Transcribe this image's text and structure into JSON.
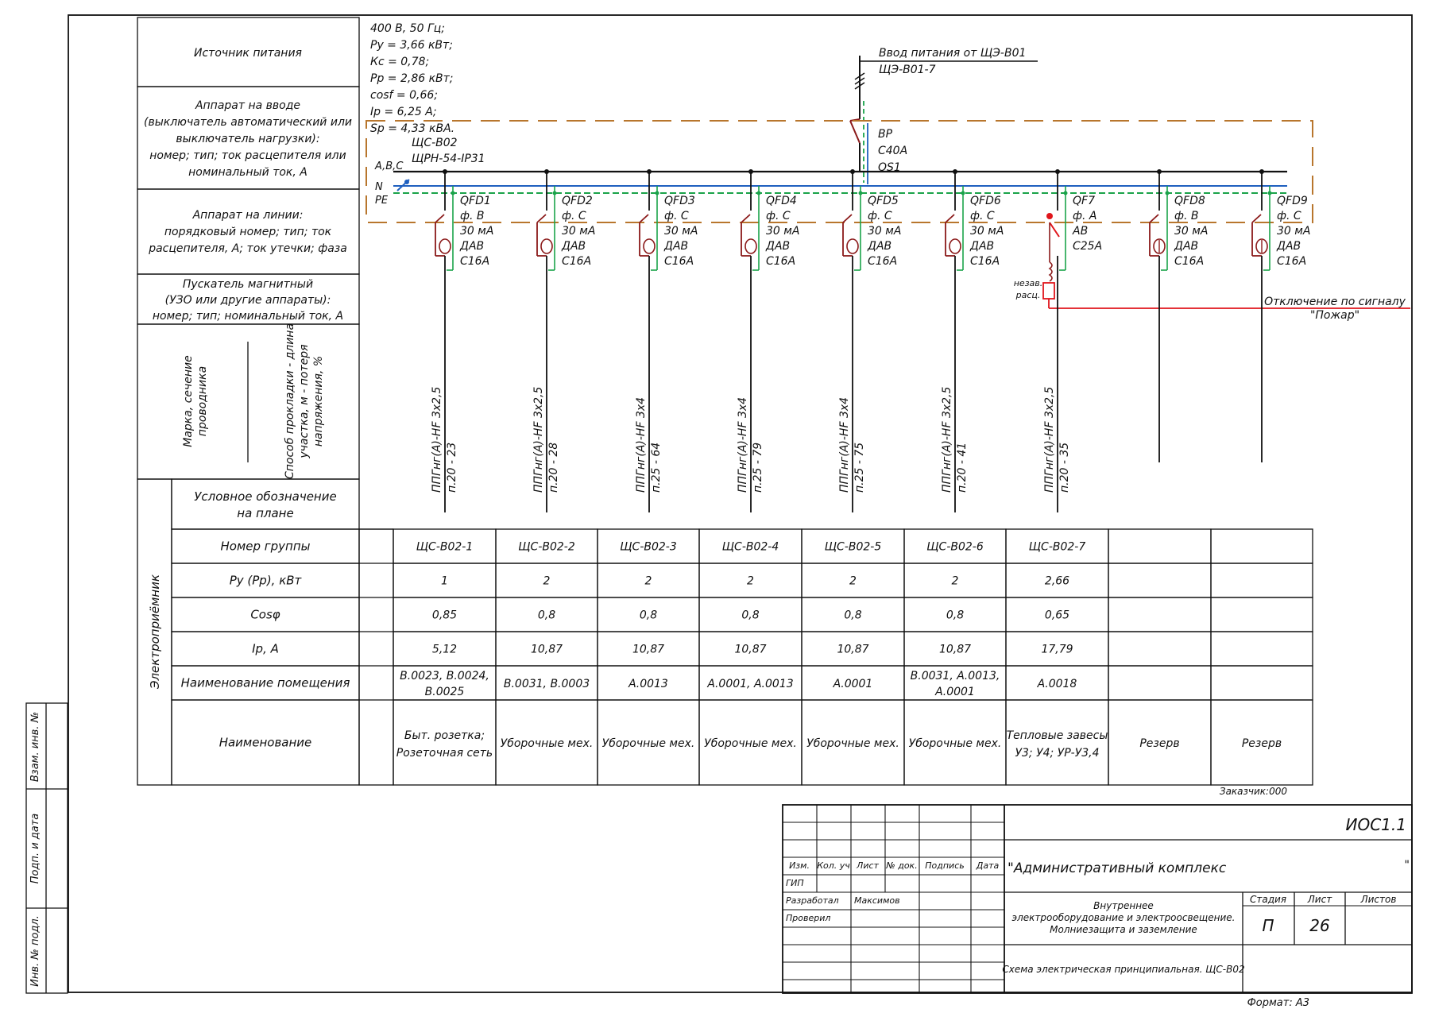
{
  "colors": {
    "ink": "#111111",
    "neutral": "#1f5fbf",
    "pe": "#1aa34a",
    "breaker": "#8b1a1a",
    "fire": "#e0151b",
    "dashed_box": "#b8762d",
    "violet": "#7a2fd1",
    "reserve_green": "#2aa64a"
  },
  "source": {
    "lines": [
      "400 В, 50 Гц;",
      "Ру = 3,66 кВт;",
      "Кс = 0,78;",
      "Рр = 2,86 кВт;",
      "cosf = 0,66;",
      "Ip = 6,25 А;",
      "Sp = 4,33 кВА."
    ],
    "panel_name": "ЩС-В02",
    "panel_type": "ЩРН-54-IP31"
  },
  "feed": {
    "title": "Ввод питания от ЩЭ-В01",
    "subtitle": "ЩЭ-В01-7",
    "switch": [
      "ВР",
      "С40А",
      "QS1"
    ]
  },
  "bus_labels": [
    "A,B,C",
    "N",
    "PE"
  ],
  "left_table": {
    "source_header": "Источник питания",
    "input_device": [
      "Аппарат на вводе",
      "(выключатель автоматический или",
      "выключатель нагрузки):",
      "номер; тип; ток расцепителя или",
      "номинальный ток, А"
    ],
    "line_device": [
      "Аппарат на линии:",
      "порядковый номер; тип; ток",
      "расцепителя, А; ток утечки; фаза"
    ],
    "starter": [
      "Пускатель магнитный",
      "(УЗО или другие аппараты):",
      "номер; тип; номинальный ток, А"
    ],
    "wire_brand": [
      "Марка, сечение",
      "проводника"
    ],
    "laying": [
      "Способ прокладки - длина",
      "участка, м - потеря",
      "напряжения, %"
    ],
    "consumer_vertical": "Электроприёмник",
    "symbol_header": [
      "Условное обозначение",
      "на плане"
    ],
    "rows": {
      "group": "Номер группы",
      "power": "Ру (Рр), кВт",
      "cos": "Cosφ",
      "current": "Ip, А",
      "room": "Наименование помещения",
      "name": "Наименование"
    }
  },
  "groups": [
    {
      "id": "QFD1",
      "phase": "ф. В",
      "leak": "30 мА",
      "type": "ДАВ",
      "rating": "С16А",
      "cable": "ППГнг(А)-HF 3х2,5",
      "laying": "п.20 - 23",
      "group": "ЩС-В02-1",
      "power": "1",
      "cos": "0,85",
      "current": "5,12",
      "room": [
        "В.0023, В.0024,",
        "В.0025"
      ],
      "name": [
        "Быт. розетка;",
        "Розеточная сеть"
      ]
    },
    {
      "id": "QFD2",
      "phase": "ф. С",
      "leak": "30 мА",
      "type": "ДАВ",
      "rating": "С16А",
      "cable": "ППГнг(А)-HF 3х2,5",
      "laying": "п.20 - 28",
      "group": "ЩС-В02-2",
      "power": "2",
      "cos": "0,8",
      "current": "10,87",
      "room": [
        "В.0031, В.0003"
      ],
      "name": [
        "Уборочные мех."
      ]
    },
    {
      "id": "QFD3",
      "phase": "ф. С",
      "leak": "30 мА",
      "type": "ДАВ",
      "rating": "С16А",
      "cable": "ППГнг(А)-HF 3х4",
      "laying": "п.25 - 64",
      "group": "ЩС-В02-3",
      "power": "2",
      "cos": "0,8",
      "current": "10,87",
      "room": [
        "А.0013"
      ],
      "name": [
        "Уборочные мех."
      ]
    },
    {
      "id": "QFD4",
      "phase": "ф. С",
      "leak": "30 мА",
      "type": "ДАВ",
      "rating": "С16А",
      "cable": "ППГнг(А)-HF 3х4",
      "laying": "п.25 - 79",
      "group": "ЩС-В02-4",
      "power": "2",
      "cos": "0,8",
      "current": "10,87",
      "room": [
        "А.0001, А.0013"
      ],
      "name": [
        "Уборочные мех."
      ]
    },
    {
      "id": "QFD5",
      "phase": "ф. С",
      "leak": "30 мА",
      "type": "ДАВ",
      "rating": "С16А",
      "cable": "ППГнг(А)-HF 3х4",
      "laying": "п.25 - 75",
      "group": "ЩС-В02-5",
      "power": "2",
      "cos": "0,8",
      "current": "10,87",
      "room": [
        "А.0001"
      ],
      "name": [
        "Уборочные мех."
      ]
    },
    {
      "id": "QFD6",
      "phase": "ф. С",
      "leak": "30 мА",
      "type": "ДАВ",
      "rating": "С16А",
      "cable": "ППГнг(А)-HF 3х2,5",
      "laying": "п.20 - 41",
      "group": "ЩС-В02-6",
      "power": "2",
      "cos": "0,8",
      "current": "10,87",
      "room": [
        "В.0031, А.0013,",
        "А.0001"
      ],
      "name": [
        "Уборочные мех."
      ]
    },
    {
      "id": "QF7",
      "phase": "ф. А",
      "leak": "",
      "type": "АВ",
      "rating": "С25А",
      "cable": "ППГнг(А)-HF 3х2,5",
      "laying": "п.20 - 35",
      "group": "ЩС-В02-7",
      "power": "2,66",
      "cos": "0,65",
      "current": "17,79",
      "room": [
        "А.0018"
      ],
      "name": [
        "Тепловые завесы",
        "У3; У4; УР-У3,4"
      ]
    },
    {
      "id": "QFD8",
      "phase": "ф. В",
      "leak": "30 мА",
      "type": "ДАВ",
      "rating": "С16А",
      "cable": "",
      "laying": "",
      "group": "",
      "power": "",
      "cos": "",
      "current": "",
      "room": [],
      "name": [
        "Резерв"
      ]
    },
    {
      "id": "QFD9",
      "phase": "ф. С",
      "leak": "30 мА",
      "type": "ДАВ",
      "rating": "С16А",
      "cable": "",
      "laying": "",
      "group": "",
      "power": "",
      "cos": "",
      "current": "",
      "room": [],
      "name": [
        "Резерв"
      ]
    }
  ],
  "fire": {
    "release": [
      "незав.",
      "расц."
    ],
    "signal": [
      "Отключение по сигналу",
      "\"Пожар\""
    ]
  },
  "customer": "Заказчик:000",
  "stamp": {
    "code": "ИОС1.1",
    "object": "\"Административный комплекс",
    "object_close": "\"",
    "headers": [
      "Изм.",
      "Кол. уч",
      "Лист",
      "№ док.",
      "Подпись",
      "Дата"
    ],
    "roles": [
      "ГИП",
      "Разработал",
      "Проверил"
    ],
    "developer": "Максимов",
    "section": [
      "Внутреннее",
      "электрооборудование и электроосвещение.",
      "Молниезащита и заземление"
    ],
    "stage_header": "Стадия",
    "sheet_header": "Лист",
    "sheets_header": "Листов",
    "stage": "П",
    "sheet": "26",
    "sheets": "",
    "drawing": "Схема электрическая принципиальная. ЩС-В02",
    "format": "Формат: А3"
  },
  "side_stamp": [
    "Взам. инв. №",
    "Подп. и дата",
    "Инв. № подл."
  ]
}
